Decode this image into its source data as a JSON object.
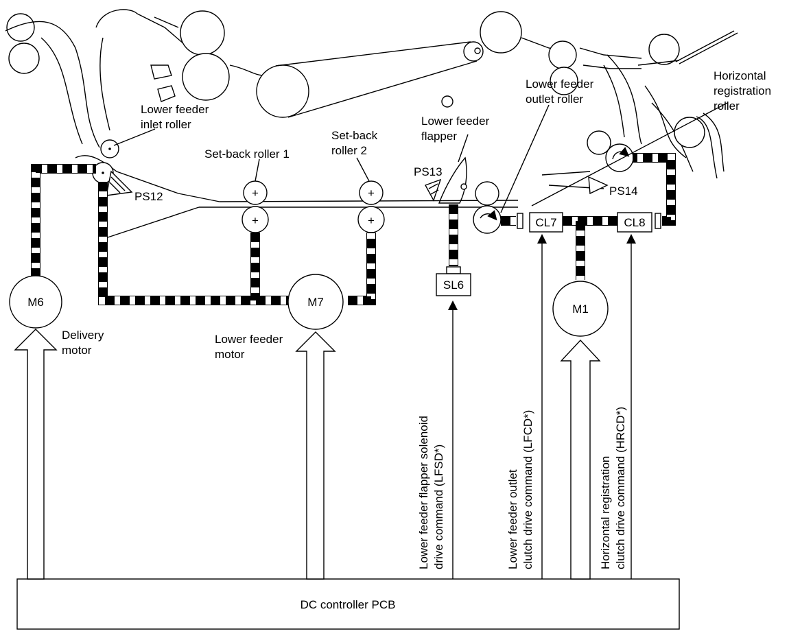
{
  "labels": {
    "lower_feeder_inlet_roller": [
      "Lower feeder",
      "inlet roller"
    ],
    "set_back_roller_1": "Set-back roller 1",
    "set_back_roller_2": [
      "Set-back",
      "roller 2"
    ],
    "lower_feeder_flapper": [
      "Lower feeder",
      "flapper"
    ],
    "lower_feeder_outlet_roller": [
      "Lower feeder",
      "outlet roller"
    ],
    "horizontal_registration_roller": [
      "Horizontal",
      "registration",
      "roller"
    ],
    "ps12": "PS12",
    "ps13": "PS13",
    "ps14": "PS14",
    "delivery_motor": [
      "Delivery",
      "motor"
    ],
    "lower_feeder_motor": [
      "Lower feeder",
      "motor"
    ]
  },
  "components": {
    "m6": "M6",
    "m7": "M7",
    "m1": "M1",
    "sl6": "SL6",
    "cl7": "CL7",
    "cl8": "CL8",
    "dc_controller": "DC controller PCB"
  },
  "signals": {
    "lfsd": [
      "Lower feeder flapper solenoid",
      "drive command (LFSD*)"
    ],
    "lfcd": [
      "Lower feeder outlet",
      "clutch drive command (LFCD*)"
    ],
    "hrcd": [
      "Horizontal registration",
      "clutch drive command (HRCD*)"
    ]
  }
}
